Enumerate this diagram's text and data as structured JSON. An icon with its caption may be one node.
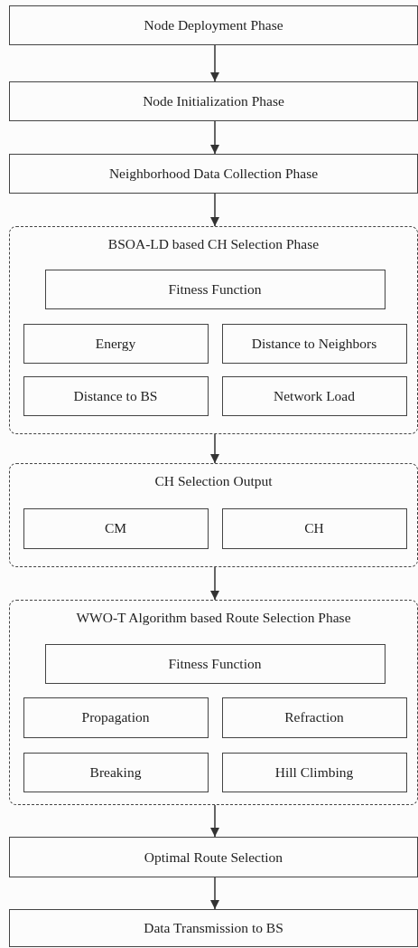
{
  "diagram": {
    "nodes": [
      {
        "text": [
          "Node Deployment Phase"
        ]
      },
      {
        "text": [
          "Node Initialization Phase"
        ]
      },
      {
        "text": [
          "Neighborhood Data Collection Phase"
        ]
      },
      {
        "text": [
          "BSOA-LD based CH Selection Phase"
        ]
      },
      {
        "text": [
          "Fitness Function"
        ],
        "in": 3
      },
      {
        "text": [
          "Energy"
        ],
        "in": 3
      },
      {
        "text": [
          "Distance to Neighbors"
        ],
        "in": 3
      },
      {
        "text": [
          "Distance to BS"
        ],
        "in": 3
      },
      {
        "text": [
          "Network Load"
        ],
        "in": 3
      },
      {
        "text": [
          "CH Selection Output"
        ]
      },
      {
        "text": [
          "CM"
        ],
        "in": 9
      },
      {
        "text": [
          "CH"
        ],
        "in": 9
      },
      {
        "text": [
          "WWO-T Algorithm based Route Selection Phase"
        ]
      },
      {
        "text": [
          "Fitness Function"
        ],
        "in": 12
      },
      {
        "text": [
          "Propagation"
        ],
        "in": 12
      },
      {
        "text": [
          "Refraction"
        ],
        "in": 12
      },
      {
        "text": [
          "Breaking"
        ],
        "in": 12
      },
      {
        "text": [
          "Hill Climbing"
        ],
        "in": 12
      },
      {
        "text": [
          "Optimal Route Selection"
        ]
      },
      {
        "text": [
          "Data Transmission to BS"
        ]
      }
    ],
    "edges": [
      {
        "from": 0,
        "to": 1,
        "arrow": "to"
      },
      {
        "from": 1,
        "to": 2,
        "arrow": "to"
      },
      {
        "from": 2,
        "to": 3,
        "arrow": "to"
      },
      {
        "from": 3,
        "to": 9,
        "arrow": "to"
      },
      {
        "from": 9,
        "to": 12,
        "arrow": "to"
      },
      {
        "from": 12,
        "to": 18,
        "arrow": "to"
      },
      {
        "from": 18,
        "to": 19,
        "arrow": "to"
      }
    ]
  }
}
